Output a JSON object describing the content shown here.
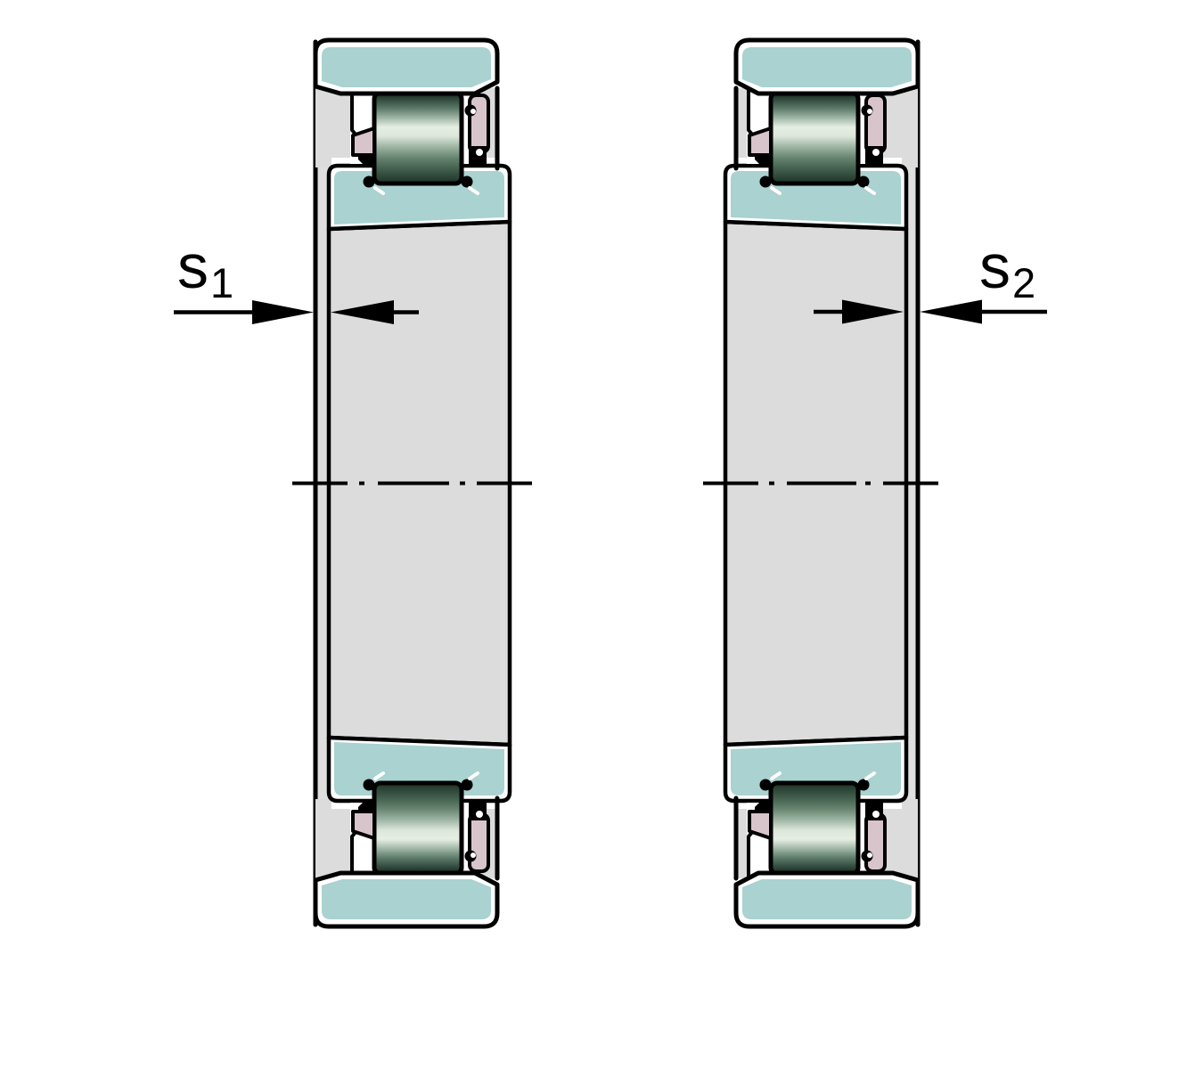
{
  "diagram": {
    "kind": "cylindrical roller bearing cross-sections showing axial displacement",
    "left_bearing": {
      "dimension_label": {
        "base": "s",
        "sub": "1"
      }
    },
    "right_bearing": {
      "dimension_label": {
        "base": "s",
        "sub": "2"
      }
    }
  },
  "colors": {
    "background": "#ffffff",
    "line_black": "#000000",
    "ring_teal": "#a9d2d0",
    "cage_pink": "#d8c5cb",
    "steel_gray": "#dcdcdc",
    "strip_gray": "#dfdfdf",
    "roller_dark": "#14231c",
    "roller_light": "#e6eee4",
    "roller_end": "#1d3026"
  }
}
